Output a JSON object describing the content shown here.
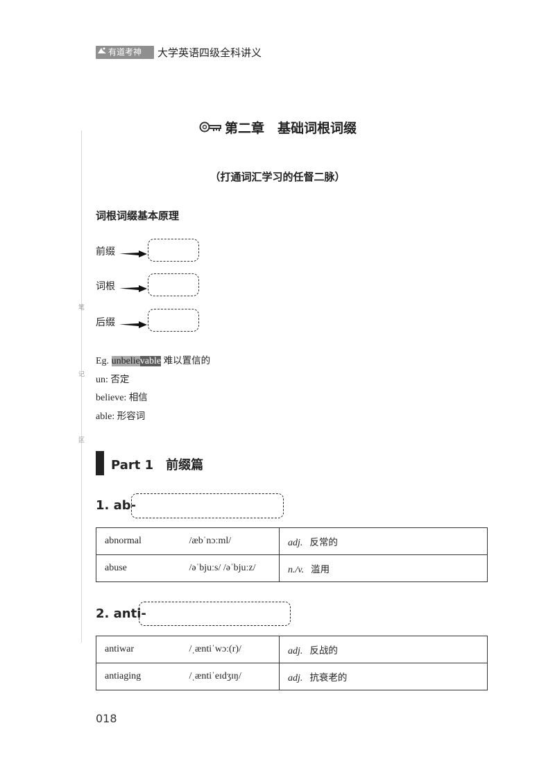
{
  "header": {
    "brand": "有道考神",
    "book_title": "大学英语四级全科讲义"
  },
  "margin_note": [
    "笔",
    "记",
    "区"
  ],
  "chapter": {
    "title": "第二章　基础词根词缀",
    "subtitle": "（打通词汇学习的任督二脉）"
  },
  "principle": {
    "heading": "词根词缀基本原理",
    "parts": [
      "前缀",
      "词根",
      "后缀"
    ]
  },
  "example": {
    "prefix": "Eg.",
    "word_part_1": "unbelie",
    "word_part_2": "vable",
    "meaning": "难以置信的",
    "lines": [
      {
        "key": "un:",
        "value": "否定"
      },
      {
        "key": "believe:",
        "value": "相信"
      },
      {
        "key": "able:",
        "value": "形容词"
      }
    ]
  },
  "part": {
    "title": "Part 1　前缀篇"
  },
  "items": [
    {
      "heading": "1. ab-",
      "words": [
        {
          "word": "abnormal",
          "phonetic": "/æbˈnɔːml/",
          "pos": "adj.",
          "meaning": "反常的"
        },
        {
          "word": "abuse",
          "phonetic": "/əˈbjuːs/  /əˈbjuːz/",
          "pos": "n./v.",
          "meaning": "滥用"
        }
      ]
    },
    {
      "heading": "2. anti-",
      "words": [
        {
          "word": "antiwar",
          "phonetic": "/ˌæntiˈwɔː(r)/",
          "pos": "adj.",
          "meaning": "反战的"
        },
        {
          "word": "antiaging",
          "phonetic": "/ˌæntiˈeɪdʒɪŋ/",
          "pos": "adj.",
          "meaning": "抗衰老的"
        }
      ]
    }
  ],
  "page_number": "018"
}
